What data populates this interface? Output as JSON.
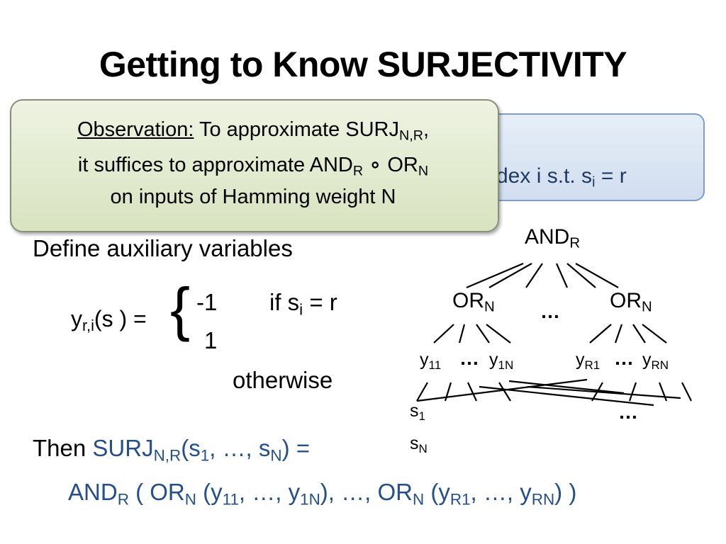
{
  "title": "Getting to Know SURJECTIVITY",
  "blue_box": {
    "text_main": "dex i s.t. s",
    "text_sub": "i",
    "text_end": " = r"
  },
  "observation": {
    "label": "Observation:",
    "line1_main": " To approximate SURJ",
    "line1_sub": "N,R",
    "line1_end": ",",
    "line2_main": "it suffices to approximate AND",
    "line2_sub1": "R",
    "line2_op": " ∘ ",
    "line2_mid": "OR",
    "line2_sub2": "N",
    "line3": "on inputs of Hamming weight N"
  },
  "define": "Define auxiliary variables",
  "ydef": {
    "y": "y",
    "y_sub": "r,i",
    "rest": "(s ) =",
    "brace": "{",
    "neg1": "-1",
    "one": "1",
    "if_main": "if   s",
    "if_sub": "i",
    "if_end": " = r",
    "otherwise": "otherwise"
  },
  "then": {
    "prefix": "Then ",
    "surj": "SURJ",
    "surj_sub": "N,R",
    "args1": "(s",
    "s1_sub": "1",
    "args_mid": ", …, s",
    "sN_sub": "N",
    "args_end": ") ="
  },
  "formula": {
    "and": "AND",
    "and_sub": "R",
    "p1": " ( OR",
    "or1_sub": "N",
    "p2": " (y",
    "y11_sub": "11",
    "p3": ", …, y",
    "y1N_sub": "1N",
    "p4": "), …, OR",
    "or2_sub": "N",
    "p5": " (y",
    "yR1_sub": "R1",
    "p6": ", …, y",
    "yRN_sub": "RN",
    "p7": ") )"
  },
  "tree": {
    "root": "AND",
    "root_sub": "R",
    "or_left": "OR",
    "or_left_sub": "N",
    "or_right": "OR",
    "or_right_sub": "N",
    "mid_dots": "…",
    "leaf_y": "y",
    "y11_sub": "11",
    "y1N_sub": "1N",
    "yR1_sub": "R1",
    "yRN_sub": "RN",
    "leaf_dots_left": "…",
    "leaf_dots_right": "…",
    "s": "s",
    "s1_sub": "1",
    "sN_sub": "N",
    "bottom_dots": "…"
  }
}
